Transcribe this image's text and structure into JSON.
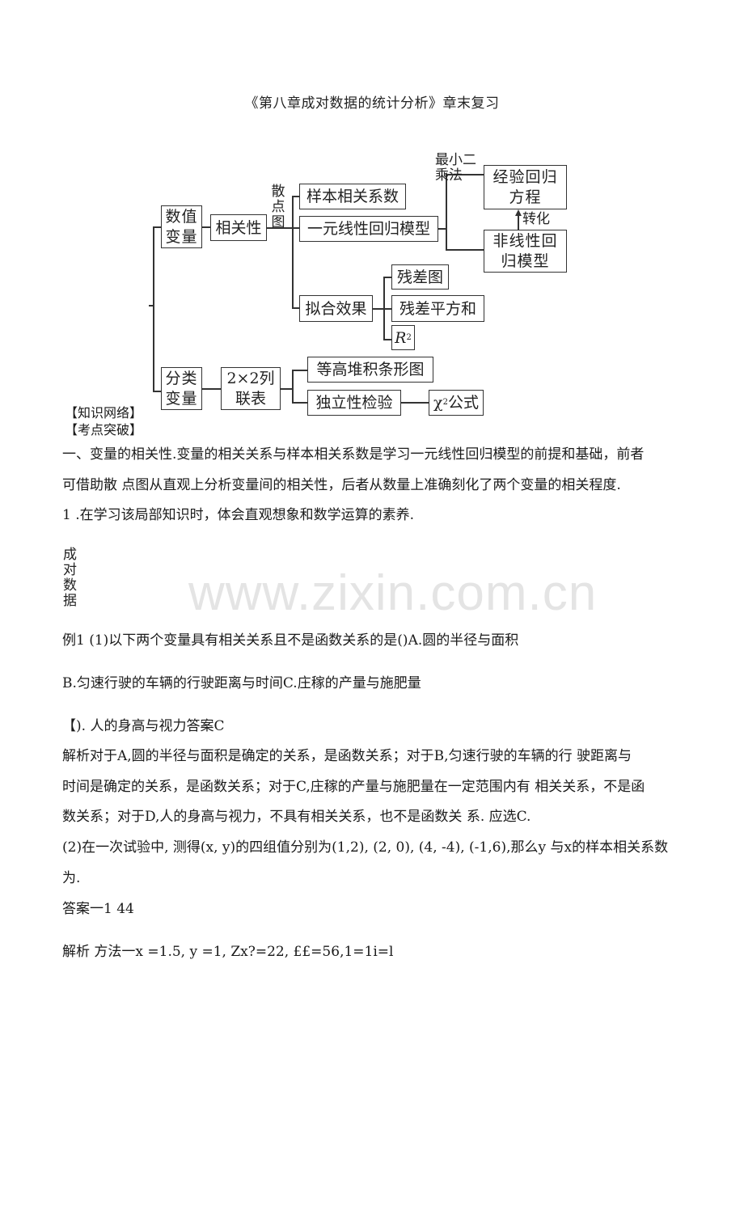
{
  "page": {
    "title": "《第八章成对数据的统计分析》章末复习"
  },
  "diagram": {
    "numeric_variable": "数值变量",
    "correlation": "相关性",
    "scatter_plot_label": [
      "散",
      "点",
      "图"
    ],
    "sample_correlation_coefficient": "样本相关系数",
    "linear_regression_model": "一元线性回归模型",
    "least_squares_label": [
      "最小二",
      "乘法"
    ],
    "empirical_regression_equation": "经验回归方程",
    "transform_label": "转化",
    "nonlinear_regression_model": "非线性回归模型",
    "fitting_effect": "拟合效果",
    "residual_plot": "残差图",
    "residual_sum_of_squares": "残差平方和",
    "r_squared": {
      "base": "R",
      "exp": "2"
    },
    "categorical_variable": "分类变量",
    "contingency_table": "2×2列联表",
    "stacked_bar_chart": "等高堆积条形图",
    "independence_test": "独立性检验",
    "chi_square_formula": {
      "base": "χ",
      "exp": "2",
      "suffix": "公式"
    }
  },
  "sections": {
    "knowledge_network": "【知识网络】",
    "key_points": "【考点突破】"
  },
  "paragraphs": {
    "intro_line1": "一、变量的相关性.变量的相关关系与样本相关系数是学习一元线性回归模型的前提和基础，前者",
    "intro_line2": "可借助散  点图从直观上分析变量间的相关性，后者从数量上准确刻化了两个变量的相关程度.",
    "intro_line3": "1   .在学习该局部知识时，体会直观想象和数学运算的素养.",
    "side_vertical": [
      "成",
      "对",
      "数",
      "据"
    ],
    "example1_line1": "例1 (1)以下两个变量具有相关关系且不是函数关系的是()A.圆的半径与面积",
    "example1_line2": "B.匀速行驶的车辆的行驶距离与时间C.庄稼的产量与施肥量",
    "example1_line3": "【). 人的身高与视力答案C",
    "analysis_line1": "解析对于A,圆的半径与面积是确定的关系，是函数关系；对于B,匀速行驶的车辆的行  驶距离与",
    "analysis_line2": "时间是确定的关系，是函数关系；对于C,庄稼的产量与施肥量在一定范围内有  相关关系，不是函",
    "analysis_line3": "数关系；对于D,人的身高与视力，不具有相关关系，也不是函数关  系. 应选C.",
    "example2_line1": "(2)在一次试验中, 测得(x, y)的四组值分别为(1,2), (2, 0), (4, -4), (-1,6),那么y 与x的样本相关系数",
    "example2_line2": "为.",
    "answer2": "答案一1  44",
    "analysis2": "解析  方法一x =1.5, y =1, Zx?=22, ££=56,1=1i=l"
  },
  "watermark": "www.zixin.com.cn"
}
